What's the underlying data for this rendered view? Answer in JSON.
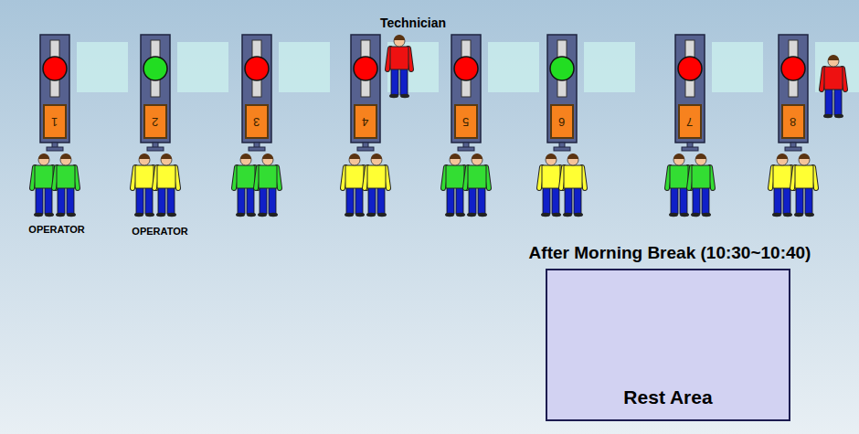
{
  "diagram": {
    "nodes": [
      {
        "text": [
          "1"
        ]
      },
      {
        "text": [
          "2"
        ]
      },
      {
        "text": [
          "3"
        ]
      },
      {
        "text": [
          "4"
        ]
      },
      {
        "text": [
          "5"
        ]
      },
      {
        "text": [
          "6"
        ]
      },
      {
        "text": [
          "7"
        ]
      },
      {
        "text": [
          "8"
        ]
      },
      {
        "text": [
          "After Morning Break (10:30~10:40)",
          "Rest Area"
        ]
      }
    ],
    "labels": [
      "Technician",
      "OPERATOR",
      "OPERATOR"
    ]
  }
}
